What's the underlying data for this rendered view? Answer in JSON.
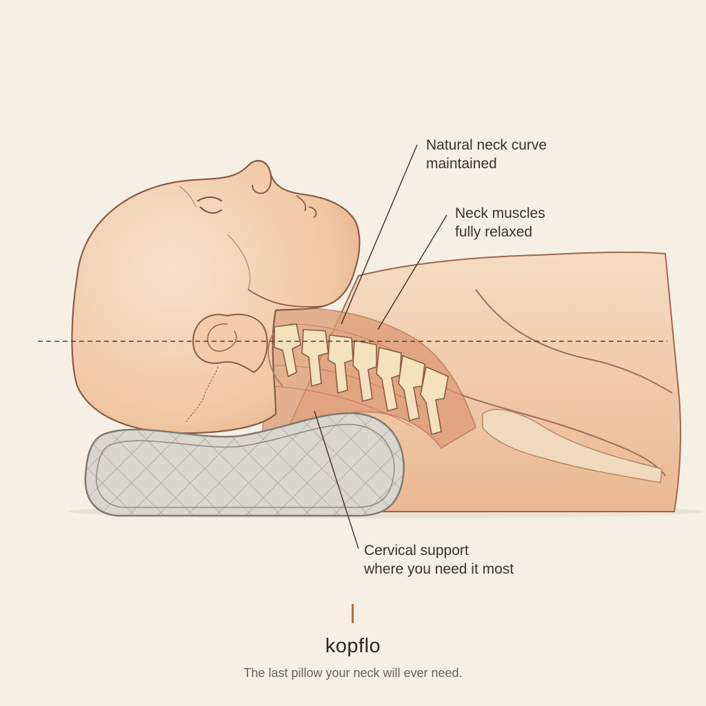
{
  "callouts": {
    "neck_curve": [
      "Natural neck curve",
      "maintained"
    ],
    "muscles": [
      "Neck muscles",
      "fully relaxed"
    ],
    "support": [
      "Cervical support",
      "where you need it most"
    ]
  },
  "brand": {
    "name": "kopflo",
    "tagline": "The last pillow your neck will ever need.",
    "accent_color": "#b96a3e"
  },
  "colors": {
    "background": "#f5f0e3",
    "skin": "#f2cfae",
    "outline": "#8a5a45",
    "pillow": "#d9d6ce",
    "bone": "#f3e2bb",
    "muscle": "#d98a64"
  }
}
